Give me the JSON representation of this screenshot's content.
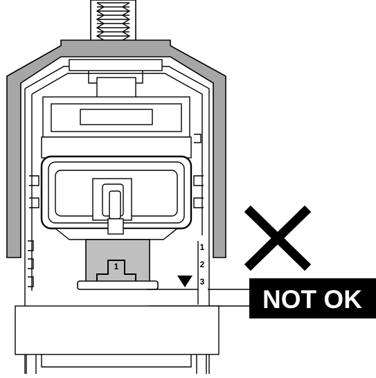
{
  "status": {
    "verdict_label": "NOT OK",
    "verdict_icon": "cross-mark-icon"
  },
  "part_marks": {
    "plunger_number": "1",
    "scale_marks": [
      "1",
      "2",
      "3"
    ]
  },
  "colors": {
    "housing_grey": "#a6a6a6",
    "stem_grey": "#bfbfbf",
    "ink": "#000000",
    "badge_bg": "#000000",
    "badge_text": "#ffffff"
  }
}
